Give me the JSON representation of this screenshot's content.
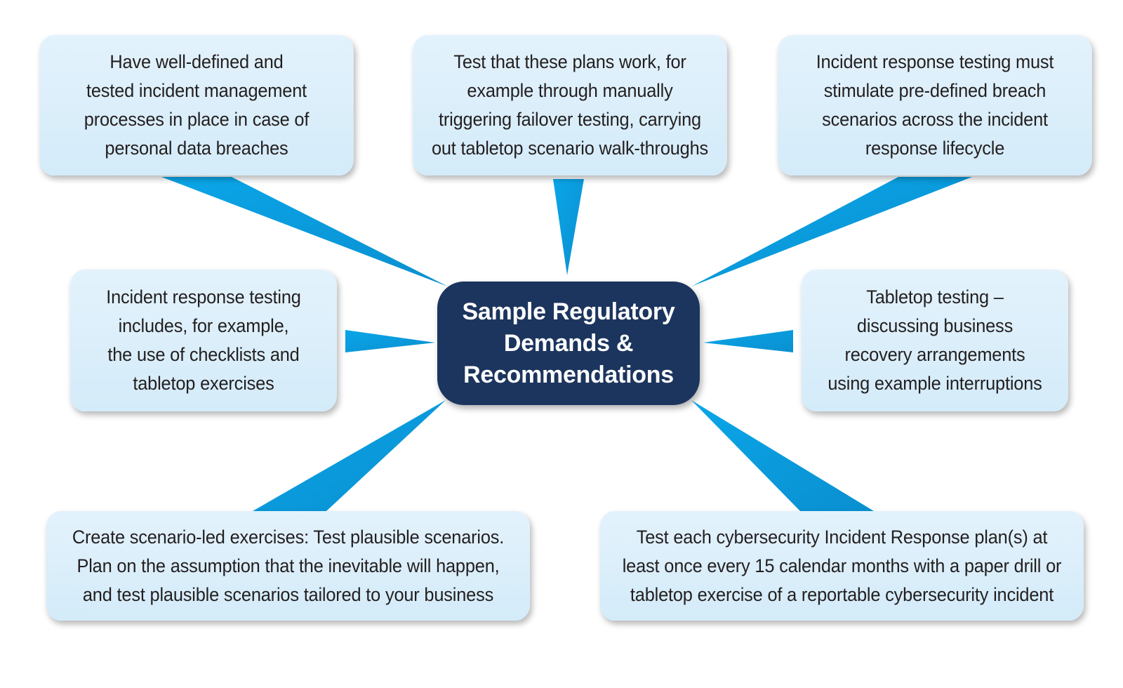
{
  "diagram": {
    "center": {
      "label": "Sample Regulatory\nDemands &\nRecommendations"
    },
    "nodes": [
      {
        "id": "top-left",
        "text": "Have well-defined and\ntested incident management\nprocesses in place in case of\npersonal data breaches"
      },
      {
        "id": "top-center",
        "text": "Test that these plans work, for\nexample through manually\ntriggering failover testing, carrying\nout tabletop scenario walk-throughs"
      },
      {
        "id": "top-right",
        "text": "Incident response testing must\nstimulate pre-defined breach\nscenarios across the incident\nresponse lifecycle"
      },
      {
        "id": "mid-left",
        "text": "Incident response testing\nincludes, for example,\nthe use of checklists and\ntabletop exercises"
      },
      {
        "id": "mid-right",
        "text": "Tabletop testing –\ndiscussing business\nrecovery arrangements\nusing example interruptions"
      },
      {
        "id": "bottom-left",
        "text": "Create scenario-led exercises: Test plausible scenarios.\nPlan on the assumption that the inevitable will happen,\nand test plausible scenarios tailored to your business"
      },
      {
        "id": "bottom-right",
        "text": "Test each cybersecurity Incident Response plan(s) at\nleast once every 15 calendar months with a paper drill or\ntabletop exercise of a reportable cybersecurity incident"
      }
    ],
    "colors": {
      "hub_fill": "#1c355e",
      "hub_text": "#ffffff",
      "box_fill": "#d9edfa",
      "connector": "#0a9ee0",
      "text": "#231f20"
    }
  }
}
